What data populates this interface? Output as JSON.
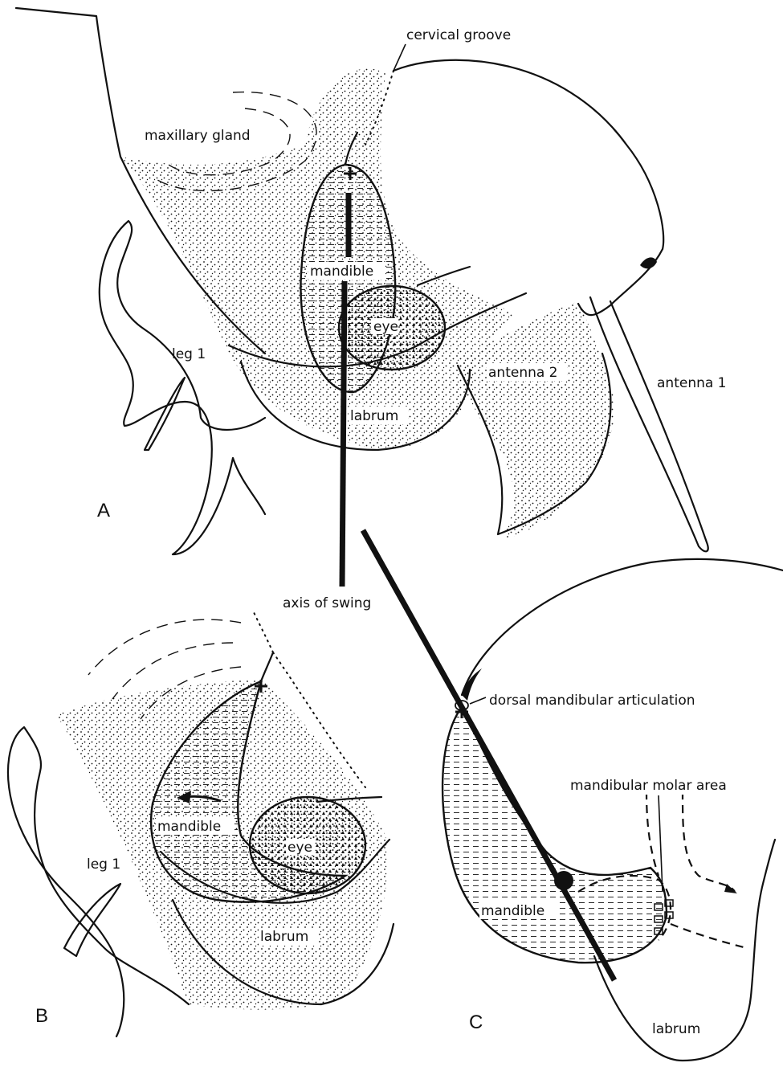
{
  "panels": {
    "a": "A",
    "b": "B",
    "c": "C"
  },
  "labels": {
    "cervical_groove": "cervical groove",
    "maxillary_gland": "maxillary gland",
    "mandible": "mandible",
    "eye": "eye",
    "leg1": "leg 1",
    "labrum": "labrum",
    "antenna2": "antenna 2",
    "antenna1": "antenna 1",
    "axis_of_swing": "axis of swing",
    "dorsal_mandibular_articulation": "dorsal mandibular articulation",
    "mandibular_molar_area": "mandibular molar area"
  },
  "colors": {
    "ink": "#111111",
    "paper": "#ffffff"
  }
}
